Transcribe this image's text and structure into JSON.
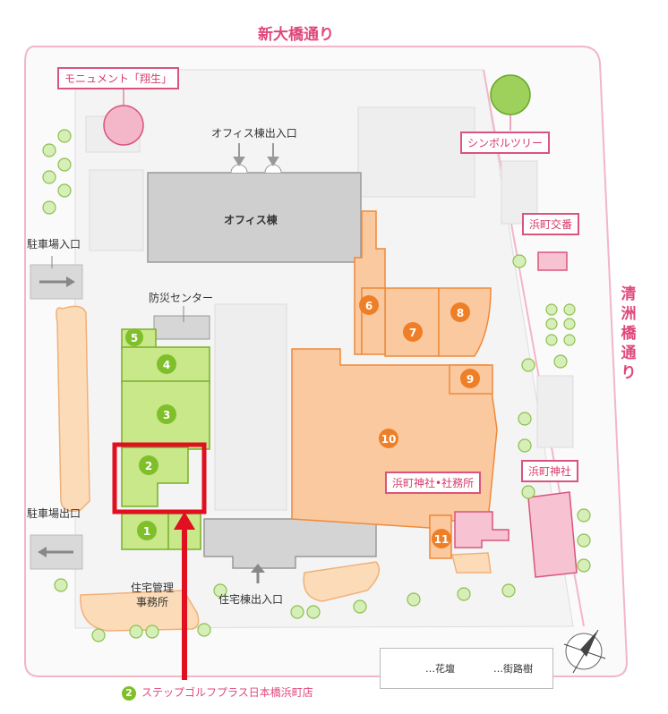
{
  "roads": {
    "top": "新大橋通り",
    "right": "清洲橋通り"
  },
  "callouts": {
    "monument": "モニュメント「翔生」",
    "symbol_tree": "シンボルツリー",
    "koban": "浜町交番",
    "shrine_office": "浜町神社•社務所",
    "shrine": "浜町神社"
  },
  "labels": {
    "office_entrance": "オフィス棟出入口",
    "office_building": "オフィス棟",
    "parking_entrance": "駐車場入口",
    "parking_exit": "駐車場出口",
    "disaster_center": "防災センター",
    "housing_office_1": "住宅管理",
    "housing_office_2": "事務所",
    "residence_entrance": "住宅棟出入口"
  },
  "stores": {
    "green": [
      "1",
      "2",
      "3",
      "4",
      "5"
    ],
    "orange": [
      "6",
      "7",
      "8",
      "9",
      "10",
      "11"
    ]
  },
  "legend": {
    "flowerbed": "…花壇",
    "street_tree": "…街路樹"
  },
  "highlight": {
    "number": "2",
    "name": "ステップゴルフプラス日本橋浜町店"
  },
  "colors": {
    "accent_pink": "#e0487a",
    "store_green": "#c8e88a",
    "store_orange": "#fbc9a0",
    "highlight_red": "#e01020"
  }
}
